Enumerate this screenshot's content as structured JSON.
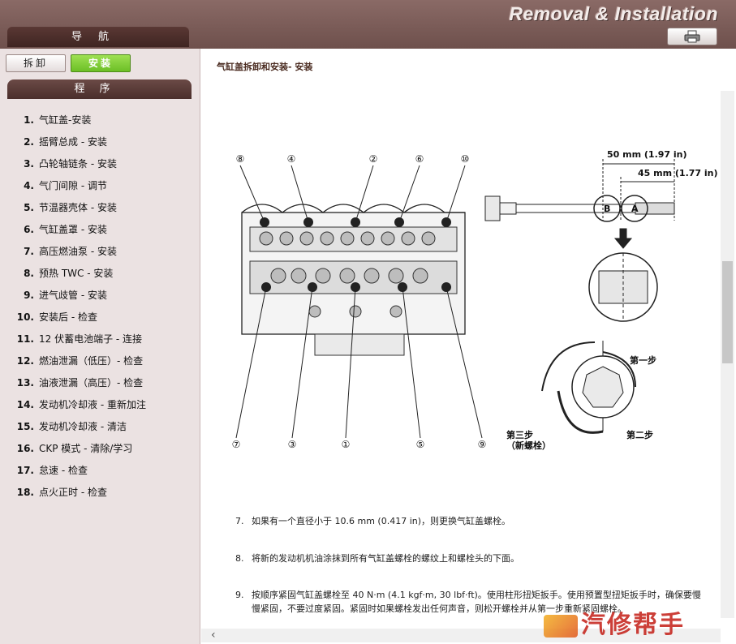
{
  "header": {
    "app_title": "Removal & Installation",
    "nav_label": "导航",
    "print_icon": "printer-icon"
  },
  "sidebar": {
    "tab_remove": "拆卸",
    "tab_install": "安装",
    "procedures_title": "程序",
    "items": [
      {
        "num": "1.",
        "label": "气缸盖-安装"
      },
      {
        "num": "2.",
        "label": "摇臂总成 - 安装"
      },
      {
        "num": "3.",
        "label": "凸轮轴链条 - 安装"
      },
      {
        "num": "4.",
        "label": "气门间隙 - 调节"
      },
      {
        "num": "5.",
        "label": "节温器壳体 - 安装"
      },
      {
        "num": "6.",
        "label": "气缸盖罩 - 安装"
      },
      {
        "num": "7.",
        "label": "高压燃油泵 - 安装"
      },
      {
        "num": "8.",
        "label": "预热 TWC - 安装"
      },
      {
        "num": "9.",
        "label": "进气歧管 - 安装"
      },
      {
        "num": "10.",
        "label": "安装后 - 检查"
      },
      {
        "num": "11.",
        "label": "12 伏蓄电池端子 - 连接"
      },
      {
        "num": "12.",
        "label": "燃油泄漏（低压）- 检查"
      },
      {
        "num": "13.",
        "label": "油液泄漏（高压）- 检查"
      },
      {
        "num": "14.",
        "label": "发动机冷却液 - 重新加注"
      },
      {
        "num": "15.",
        "label": "发动机冷却液 - 清洁"
      },
      {
        "num": "16.",
        "label": "CKP 模式 - 清除/学习"
      },
      {
        "num": "17.",
        "label": "怠速 - 检查"
      },
      {
        "num": "18.",
        "label": "点火正时 - 检查"
      }
    ]
  },
  "content": {
    "section_title": "气缸盖拆卸和安装- 安装",
    "figure": {
      "dim_50": "50 mm (1.97 in)",
      "dim_45": "45 mm (1.77 in)",
      "label_b": "B",
      "label_a": "A",
      "step1": "第一步",
      "step2": "第二步",
      "step3": "第三步",
      "step3_note": "（新螺栓）",
      "bolt_top": [
        "⑧",
        "④",
        "②",
        "⑥",
        "⑩"
      ],
      "bolt_bottom": [
        "⑦",
        "③",
        "①",
        "⑤",
        "⑨"
      ]
    },
    "steps": [
      {
        "num": "7.",
        "text": "如果有一个直径小于 10.6 mm (0.417 in)，则更换气缸盖螺栓。"
      },
      {
        "num": "8.",
        "text": "将新的发动机机油涂抹到所有气缸盖螺栓的螺纹上和螺栓头的下面。"
      },
      {
        "num": "9.",
        "text": "按顺序紧固气缸盖螺栓至 40 N·m (4.1 kgf·m, 30 lbf·ft)。使用柱形扭矩扳手。使用预置型扭矩扳手时，确保要慢慢紧固，不要过度紧固。紧固时如果螺栓发出任何声音，则松开螺栓并从第一步重新紧固螺栓。"
      }
    ]
  },
  "watermark": {
    "text": "汽修帮手"
  }
}
